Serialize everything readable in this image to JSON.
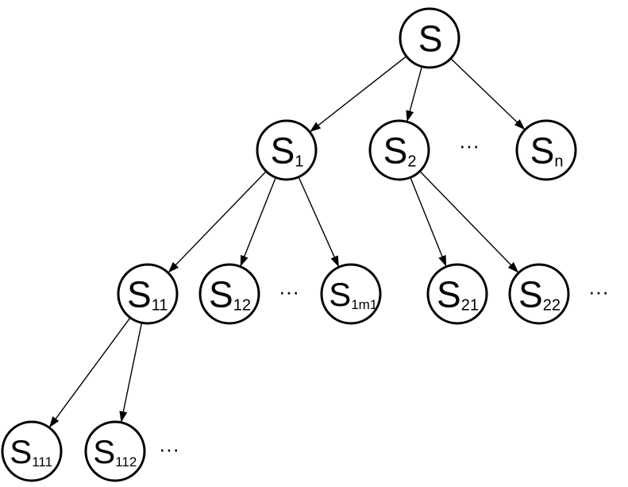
{
  "nodes": [
    {
      "id": "s",
      "main": "S",
      "sub": ""
    },
    {
      "id": "s1",
      "main": "S",
      "sub": "1"
    },
    {
      "id": "s2",
      "main": "S",
      "sub": "2"
    },
    {
      "id": "sn",
      "main": "S",
      "sub": "n"
    },
    {
      "id": "s11",
      "main": "S",
      "sub": "11"
    },
    {
      "id": "s12",
      "main": "S",
      "sub": "12"
    },
    {
      "id": "s1m1",
      "main": "S",
      "sub": "1m1"
    },
    {
      "id": "s21",
      "main": "S",
      "sub": "21"
    },
    {
      "id": "s22",
      "main": "S",
      "sub": "22"
    },
    {
      "id": "s111",
      "main": "S",
      "sub": "111"
    },
    {
      "id": "s112",
      "main": "S",
      "sub": "112"
    }
  ],
  "edges": [
    [
      "s",
      "s1"
    ],
    [
      "s",
      "s2"
    ],
    [
      "s",
      "sn"
    ],
    [
      "s1",
      "s11"
    ],
    [
      "s1",
      "s12"
    ],
    [
      "s1",
      "s1m1"
    ],
    [
      "s2",
      "s21"
    ],
    [
      "s2",
      "s22"
    ],
    [
      "s11",
      "s111"
    ],
    [
      "s11",
      "s112"
    ]
  ],
  "ellipses": [
    {
      "id": "ellipsis-level1",
      "text": "···"
    },
    {
      "id": "ellipsis-level2-left",
      "text": "···"
    },
    {
      "id": "ellipsis-level2-right",
      "text": "···"
    },
    {
      "id": "ellipsis-level3",
      "text": "···"
    }
  ],
  "colors": {
    "stroke": "#000000",
    "fill": "#ffffff"
  }
}
